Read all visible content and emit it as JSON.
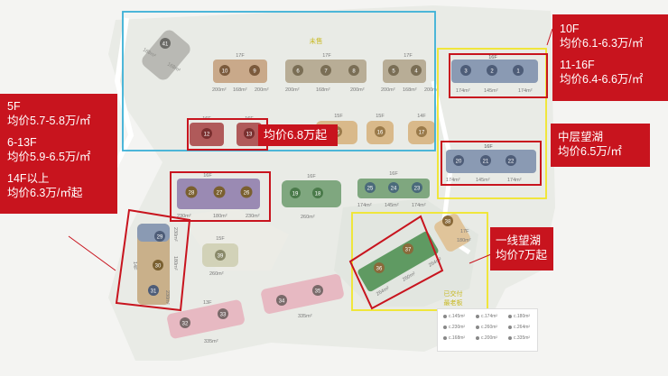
{
  "outline_label": "未售",
  "delivered_label": "已交付",
  "delivered_label2": "最老板",
  "callouts": {
    "left": {
      "line1": "5F",
      "line2": "均价5.7-5.8万/㎡",
      "line3": "6-13F",
      "line4": "均价5.9-6.5万/㎡",
      "line5": "14F以上",
      "line6": "均价6.3万/㎡起"
    },
    "mid": "均价6.8万起",
    "tr": {
      "line1": "10F",
      "line2": "均价6.1-6.3万/㎡",
      "line3": "11-16F",
      "line4": "均价6.4-6.6万/㎡"
    },
    "mr": {
      "line1": "中层望湖",
      "line2": "均价6.5万/㎡"
    },
    "lake": {
      "line1": "一线望湖",
      "line2": "均价7万起"
    }
  },
  "buildings": [
    {
      "id": "b41",
      "num": "41",
      "floors": "",
      "area1": "168m²",
      "area2": "168m²",
      "color": "#b9b9b4"
    },
    {
      "id": "b10",
      "num": "10",
      "floors": "17F",
      "area1": "200m²",
      "area2": "168m²",
      "area3": "200m²",
      "color": "#c9a98a"
    },
    {
      "id": "b6",
      "num": "6",
      "floors": "17F",
      "area1": "200m²",
      "area2": "168m²",
      "area3": "200m²",
      "color": "#b8ad96"
    },
    {
      "id": "b5",
      "num": "5",
      "floors": "17F",
      "area1": "200m²",
      "area2": "168m²",
      "area3": "200m²",
      "color": "#b8ad96"
    },
    {
      "id": "b3",
      "num": "3",
      "floors": "16F",
      "area1": "174m²",
      "area2": "145m²",
      "area3": "174m²",
      "color": "#8a9ab3"
    },
    {
      "id": "b12",
      "num": "12",
      "floors": "16F",
      "area1": "",
      "color": "#b05a5a"
    },
    {
      "id": "b13",
      "num": "13",
      "floors": "16F",
      "color": "#b05a5a"
    },
    {
      "id": "b15",
      "num": "15",
      "floors": "15F",
      "color": "#d9b98a"
    },
    {
      "id": "b16",
      "num": "16",
      "floors": "15F",
      "color": "#d9b98a"
    },
    {
      "id": "b17",
      "num": "17",
      "floors": "14F",
      "color": "#d9b98a"
    },
    {
      "id": "b20",
      "num": "20",
      "floors": "16F",
      "area1": "174m²",
      "area2": "145m²",
      "area3": "174m²",
      "color": "#8a9ab3"
    },
    {
      "id": "b26",
      "num": "26",
      "floors": "16F",
      "area1": "230m²",
      "area2": "180m²",
      "area3": "230m²",
      "color": "#9a8ab3"
    },
    {
      "id": "b18",
      "num": "18",
      "floors": "16F",
      "area1": "260m²",
      "color": "#7fa77f"
    },
    {
      "id": "b23",
      "num": "23",
      "floors": "16F",
      "area1": "174m²",
      "area2": "145m²",
      "area3": "174m²",
      "color": "#7fa77f"
    },
    {
      "id": "b29",
      "num": "29",
      "floors": "14F",
      "area1": "230m²",
      "area2": "180m²",
      "area3": "230m²",
      "color": "#8a9ab3"
    },
    {
      "id": "b39",
      "num": "39",
      "floors": "15F",
      "area1": "260m²",
      "color": "#d2d2b8"
    },
    {
      "id": "b36",
      "num": "36",
      "floors": "",
      "area1": "264m²",
      "area2": "260m²",
      "area3": "264m²",
      "color": "#5f9a62"
    },
    {
      "id": "b38",
      "num": "38",
      "floors": "17F",
      "area1": "180m²",
      "color": "#e0c49a"
    },
    {
      "id": "b32",
      "num": "32",
      "floors": "13F",
      "area1": "335m²",
      "color": "#e7b9c2"
    },
    {
      "id": "b34",
      "num": "34",
      "floors": "",
      "area1": "335m²",
      "color": "#e7b9c2"
    }
  ],
  "legend": [
    "c.145m²",
    "c.174m²",
    "c.180m²",
    "c.230m²",
    "c.260m²",
    "c.264m²",
    "c.168m²",
    "c.200m²",
    "c.335m²"
  ],
  "colors": {
    "blue_outline": "#3ab0d6",
    "red_outline": "#c8141e",
    "yellow_outline": "#f0e62a",
    "callout_bg": "#c8141e"
  }
}
